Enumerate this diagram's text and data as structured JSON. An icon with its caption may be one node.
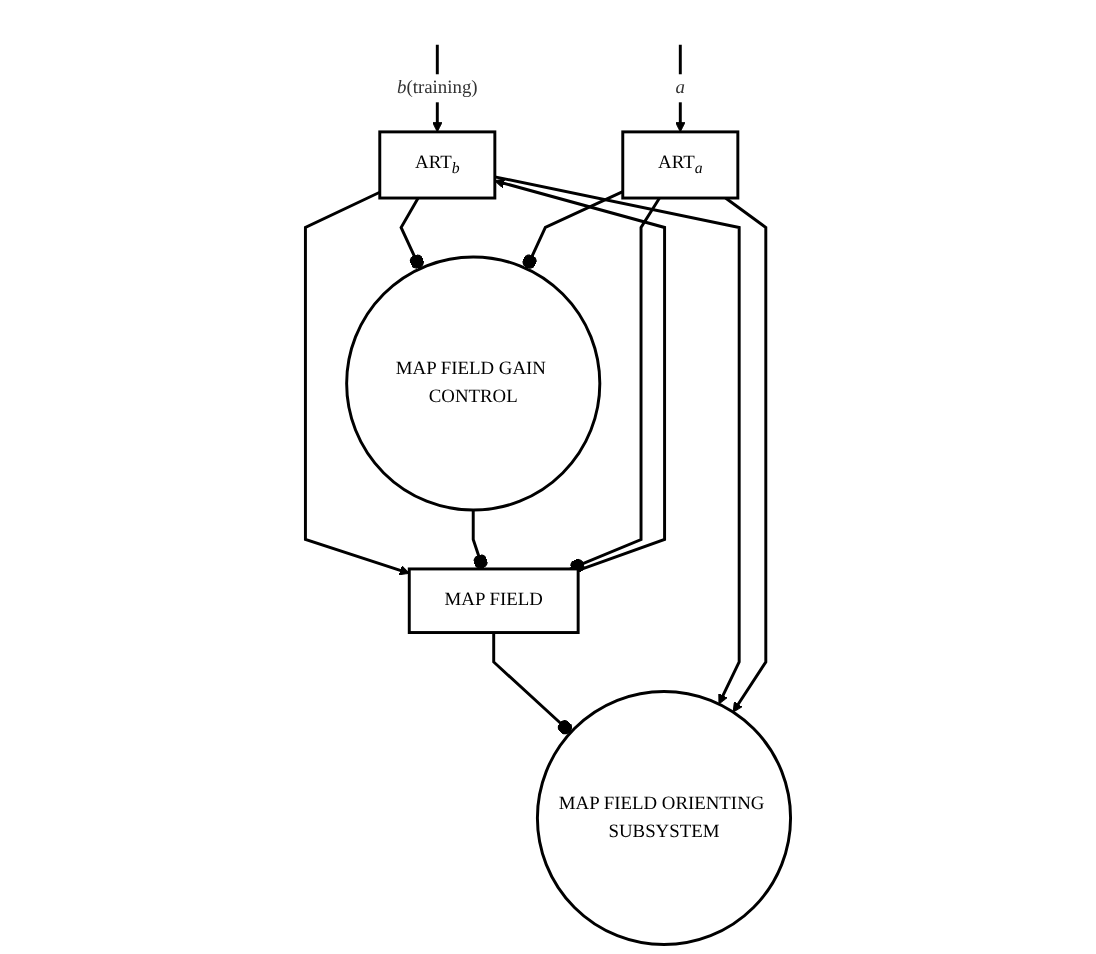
{
  "diagram": {
    "nodes": [
      {
        "text": [
          "ART$_{b}$"
        ]
      },
      {
        "text": [
          "MAP FIELD GAIN CONTROL"
        ]
      },
      {
        "text": [
          "MAP FIELD"
        ]
      },
      {
        "text": [
          "MAP FIELD ORIENTING SUBSYSTEM"
        ]
      },
      {
        "text": [
          "ART$_{a}$"
        ]
      }
    ],
    "edges": [
      {
        "from": null,
        "to": 0,
        "arrow": "to",
        "label": "*b*(training)"
      },
      {
        "from": 0,
        "to": 2,
        "arrow": "to"
      },
      {
        "from": 2,
        "to": 0,
        "arrow": "to"
      },
      {
        "from": 0,
        "to": 1,
        "arrow": "other"
      },
      {
        "from": 1,
        "to": 2,
        "arrow": "other"
      },
      {
        "from": 4,
        "to": 1,
        "arrow": "other"
      },
      {
        "from": 2,
        "to": 3,
        "arrow": "other"
      },
      {
        "from": 0,
        "to": 3,
        "arrow": "to"
      },
      {
        "from": 4,
        "to": 3,
        "arrow": "to"
      },
      {
        "from": 4,
        "to": 2,
        "arrow": "other"
      },
      {
        "from": null,
        "to": 4,
        "arrow": "to",
        "label": "*a*"
      }
    ]
  }
}
